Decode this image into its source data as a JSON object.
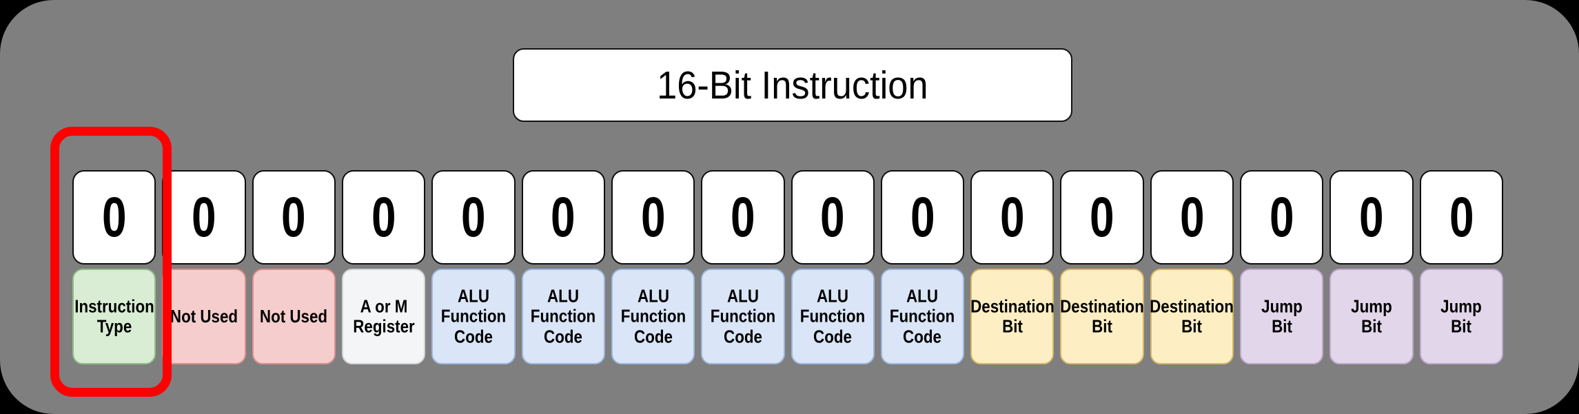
{
  "diagram": {
    "title": "16-Bit Instruction",
    "background_color": "#7f7f7f",
    "outer_color": "#000000",
    "highlight": {
      "name": "instruction-type-highlight",
      "color": "#ff0000",
      "targets_bit_index": 0
    },
    "bit_count": 16,
    "bits": [
      {
        "value": "0",
        "label": "Instruction\nType",
        "color": "#d8edd4",
        "border": "#8fbf86",
        "group": "instruction-type"
      },
      {
        "value": "0",
        "label": "Not Used",
        "color": "#f6cdcd",
        "border": "#e08f8f",
        "group": "not-used"
      },
      {
        "value": "0",
        "label": "Not Used",
        "color": "#f6cdcd",
        "border": "#e08f8f",
        "group": "not-used"
      },
      {
        "value": "0",
        "label": "A or M\nRegister",
        "color": "#f4f5f6",
        "border": "#cfd2d6",
        "group": "a-or-m-register"
      },
      {
        "value": "0",
        "label": "ALU\nFunction\nCode",
        "color": "#dae5f7",
        "border": "#9db8e0",
        "group": "alu-function-code"
      },
      {
        "value": "0",
        "label": "ALU\nFunction\nCode",
        "color": "#dae5f7",
        "border": "#9db8e0",
        "group": "alu-function-code"
      },
      {
        "value": "0",
        "label": "ALU\nFunction\nCode",
        "color": "#dae5f7",
        "border": "#9db8e0",
        "group": "alu-function-code"
      },
      {
        "value": "0",
        "label": "ALU\nFunction\nCode",
        "color": "#dae5f7",
        "border": "#9db8e0",
        "group": "alu-function-code"
      },
      {
        "value": "0",
        "label": "ALU\nFunction\nCode",
        "color": "#dae5f7",
        "border": "#9db8e0",
        "group": "alu-function-code"
      },
      {
        "value": "0",
        "label": "ALU\nFunction\nCode",
        "color": "#dae5f7",
        "border": "#9db8e0",
        "group": "alu-function-code"
      },
      {
        "value": "0",
        "label": "Destination\nBit",
        "color": "#fdeec4",
        "border": "#d8b765",
        "group": "destination-bit"
      },
      {
        "value": "0",
        "label": "Destination\nBit",
        "color": "#fdeec4",
        "border": "#d8b765",
        "group": "destination-bit"
      },
      {
        "value": "0",
        "label": "Destination\nBit",
        "color": "#fdeec4",
        "border": "#d8b765",
        "group": "destination-bit"
      },
      {
        "value": "0",
        "label": "Jump\nBit",
        "color": "#e2d6ea",
        "border": "#bfa8cd",
        "group": "jump-bit"
      },
      {
        "value": "0",
        "label": "Jump\nBit",
        "color": "#e2d6ea",
        "border": "#bfa8cd",
        "group": "jump-bit"
      },
      {
        "value": "0",
        "label": "Jump\nBit",
        "color": "#e2d6ea",
        "border": "#bfa8cd",
        "group": "jump-bit"
      }
    ]
  }
}
